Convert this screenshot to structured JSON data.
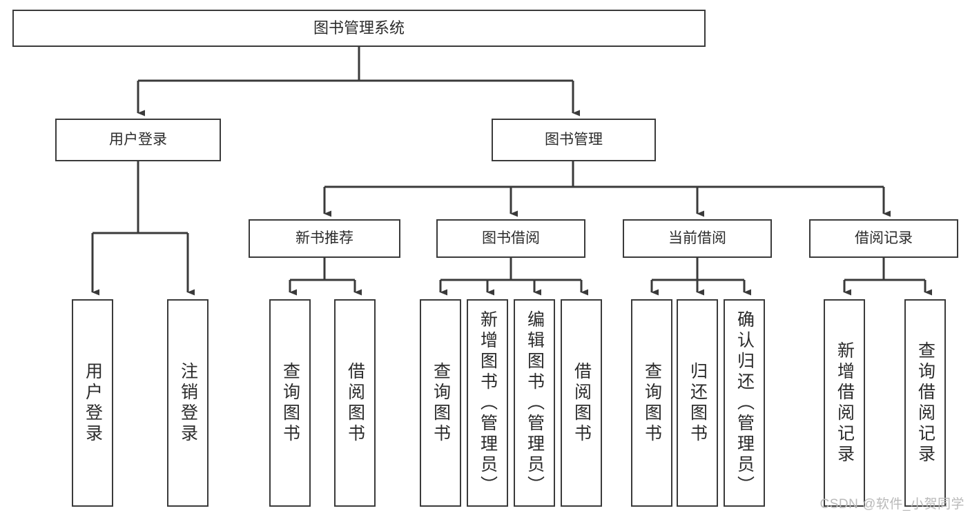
{
  "diagram": {
    "title": "图书管理系统",
    "type": "tree",
    "root": {
      "label": "图书管理系统",
      "children": [
        {
          "label": "用户登录",
          "children": [
            {
              "label": "用户登录"
            },
            {
              "label": "注销登录"
            }
          ]
        },
        {
          "label": "图书管理",
          "children": [
            {
              "label": "新书推荐",
              "children": [
                {
                  "label": "查询图书"
                },
                {
                  "label": "借阅图书"
                }
              ]
            },
            {
              "label": "图书借阅",
              "children": [
                {
                  "label": "查询图书"
                },
                {
                  "label": "新增图书（管理员）"
                },
                {
                  "label": "编辑图书（管理员）"
                },
                {
                  "label": "借阅图书"
                }
              ]
            },
            {
              "label": "当前借阅",
              "children": [
                {
                  "label": "查询图书"
                },
                {
                  "label": "归还图书"
                },
                {
                  "label": "确认归还（管理员）"
                }
              ]
            },
            {
              "label": "借阅记录",
              "children": [
                {
                  "label": "新增借阅记录"
                },
                {
                  "label": "查询借阅记录"
                }
              ]
            }
          ]
        }
      ]
    }
  },
  "nodes": {
    "root": "图书管理系统",
    "l1": {
      "user_login": "用户登录",
      "book_manage": "图书管理"
    },
    "l2": {
      "new_book_rec": "新书推荐",
      "book_borrow": "图书借阅",
      "current_borrow": "当前借阅",
      "borrow_record": "借阅记录"
    },
    "leaves": {
      "user_login_1": "用户登录",
      "user_login_2": "注销登录",
      "new_book_1": "查询图书",
      "new_book_2": "借阅图书",
      "borrow_1": "查询图书",
      "borrow_2": "新增图书（管理员）",
      "borrow_3": "编辑图书（管理员）",
      "borrow_4": "借阅图书",
      "current_1": "查询图书",
      "current_2": "归还图书",
      "current_3": "确认归还（管理员）",
      "record_1": "新增借阅记录",
      "record_2": "查询借阅记录"
    }
  },
  "watermark": {
    "text": "CSDN @软件_小贺同学"
  },
  "colors": {
    "stroke": "#3a3a3a",
    "fill": "#ffffff",
    "text": "#2b2b2b",
    "watermark": "#b9b9b9"
  }
}
